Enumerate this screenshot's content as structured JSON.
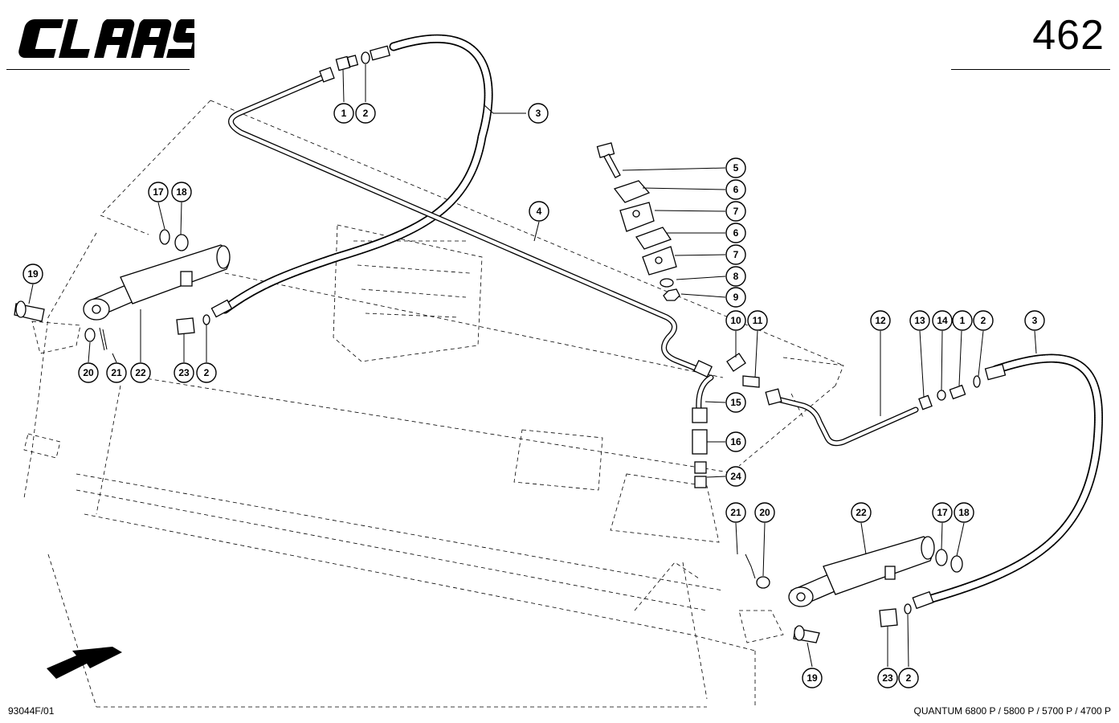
{
  "header": {
    "brand": "CLAAS",
    "page_number": "462"
  },
  "footer": {
    "reference": "93044F/01",
    "models": "QUANTUM 6800 P / 5800 P / 5700 P / 4700 P"
  },
  "callouts": {
    "c1a": "1",
    "c2a": "2",
    "c3a": "3",
    "c4": "4",
    "c5": "5",
    "c6a": "6",
    "c7a": "7",
    "c6b": "6",
    "c7b": "7",
    "c8": "8",
    "c9": "9",
    "c10": "10",
    "c11": "11",
    "c12": "12",
    "c13": "13",
    "c14": "14",
    "c1b": "1",
    "c2b": "2",
    "c3b": "3",
    "c15": "15",
    "c16": "16",
    "c24": "24",
    "c17a": "17",
    "c18a": "18",
    "c19a": "19",
    "c20a": "20",
    "c21a": "21",
    "c22a": "22",
    "c23a": "23",
    "c2c": "2",
    "c21b": "21",
    "c20b": "20",
    "c22b": "22",
    "c17b": "17",
    "c18b": "18",
    "c19b": "19",
    "c23b": "23",
    "c2d": "2"
  }
}
